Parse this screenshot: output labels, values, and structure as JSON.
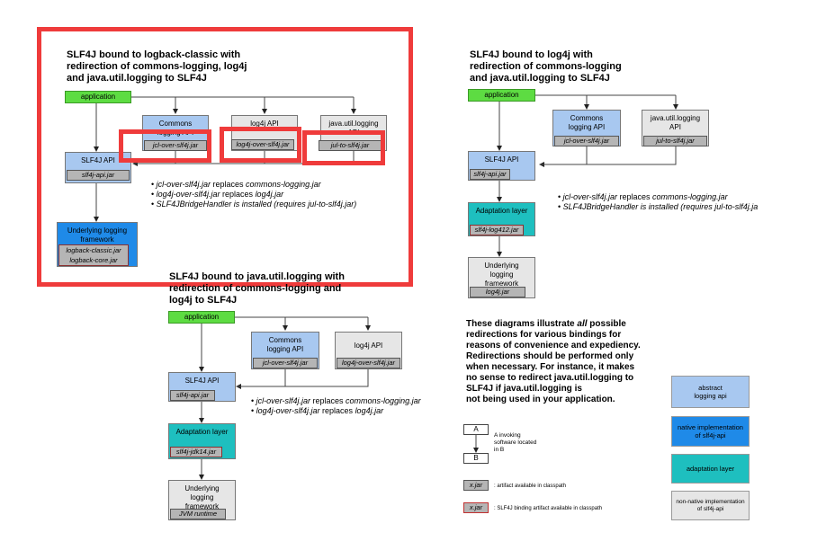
{
  "d1": {
    "title": "SLF4J bound to logback-classic with\nredirection of commons-logging, log4j\nand java.util.logging to SLF4J",
    "app": "application",
    "commons_name": "Commons\nlogging API",
    "commons_jar": "jcl-over-slf4j.jar",
    "log4j_name": "log4j API",
    "log4j_jar": "log4j-over-slf4j.jar",
    "jul_name": "java.util.logging\nAPI",
    "jul_jar": "jul-to-slf4j.jar",
    "api_name": "SLF4J API",
    "api_jar": "slf4j-api.jar",
    "under_name": "Underlying logging\nframework",
    "under_jar1": "logback-classic.jar",
    "under_jar2": "logback-core.jar",
    "b1_jar": "jcl-over-slf4j.jar",
    "b1_text": " replaces ",
    "b1_tgt": "commons-logging.jar",
    "b2_jar": "log4j-over-slf4j.jar",
    "b2_text": " replaces ",
    "b2_tgt": "log4j.jar",
    "b3": "SLF4JBridgeHandler is installed (requires jul-to-slf4j.jar)"
  },
  "d2": {
    "title": "SLF4J bound to log4j with\nredirection of commons-logging\nand java.util.logging to SLF4J",
    "app": "application",
    "commons_name": "Commons\nlogging API",
    "commons_jar": "jcl-over-slf4j.jar",
    "jul_name": "java.util.logging\nAPI",
    "jul_jar": "jul-to-slf4j.jar",
    "api_name": "SLF4J API",
    "api_jar": "slf4j-api.jar",
    "adapt_name": "Adaptation layer",
    "adapt_jar": "slf4j-log412.jar",
    "under_name": "Underlying\nlogging\nframework",
    "under_jar": "log4j.jar",
    "b1_jar": "jcl-over-slf4j.jar",
    "b1_text": " replaces ",
    "b1_tgt": "commons-logging.jar",
    "b2": "SLF4JBridgeHandler is installed (requires jul-to-slf4j.ja"
  },
  "d3": {
    "title": "SLF4J bound to java.util.logging with\nredirection of commons-logging and\nlog4j to SLF4J",
    "app": "application",
    "commons_name": "Commons\nlogging API",
    "commons_jar": "jcl-over-slf4j.jar",
    "log4j_name": "log4j API",
    "log4j_jar": "log4j-over-slf4j.jar",
    "api_name": "SLF4J API",
    "api_jar": "slf4j-api.jar",
    "adapt_name": "Adaptation layer",
    "adapt_jar": "slf4j-jdk14.jar",
    "under_name": "Underlying\nlogging\nframework",
    "under_jar": "JVM runtime",
    "b1_jar": "jcl-over-slf4j.jar",
    "b1_text": " replaces ",
    "b1_tgt": "commons-logging.jar",
    "b2_jar": "log4j-over-slf4j.jar",
    "b2_text": " replaces ",
    "b2_tgt": "log4j.jar"
  },
  "note": {
    "p1": "These diagrams illustrate ",
    "p2": "all",
    "p3": " possible\nredirections for various bindings for\nreasons of convenience and expediency.\nRedirections should be performed only\nwhen necessary. For instance, it makes\nno sense to redirect java.util.logging to\nSLF4J if java.util.logging is\nnot being used in your application."
  },
  "legend": {
    "a": "A",
    "b": "B",
    "invoking": "A invoking\nsoftware located\nin B",
    "jar1": "x.jar",
    "jar1_text": ": artifact available in classpath",
    "jar2": "x.jar",
    "jar2_text": ": SLF4J binding artifact available in classpath",
    "abstract": "abstract\nlogging api",
    "native": "native implementation\nof slf4j-api",
    "adaptation": "adaptation layer",
    "non_native": "non-native implementation\nof slf4j-api"
  },
  "colors": {
    "abstract_api": "#a8c8f0",
    "native_impl": "#1f8ae8",
    "adaptation": "#1ebfbf",
    "non_native": "#e6e6e6",
    "application": "#5ddc42",
    "highlight": "#ef3b3b"
  }
}
